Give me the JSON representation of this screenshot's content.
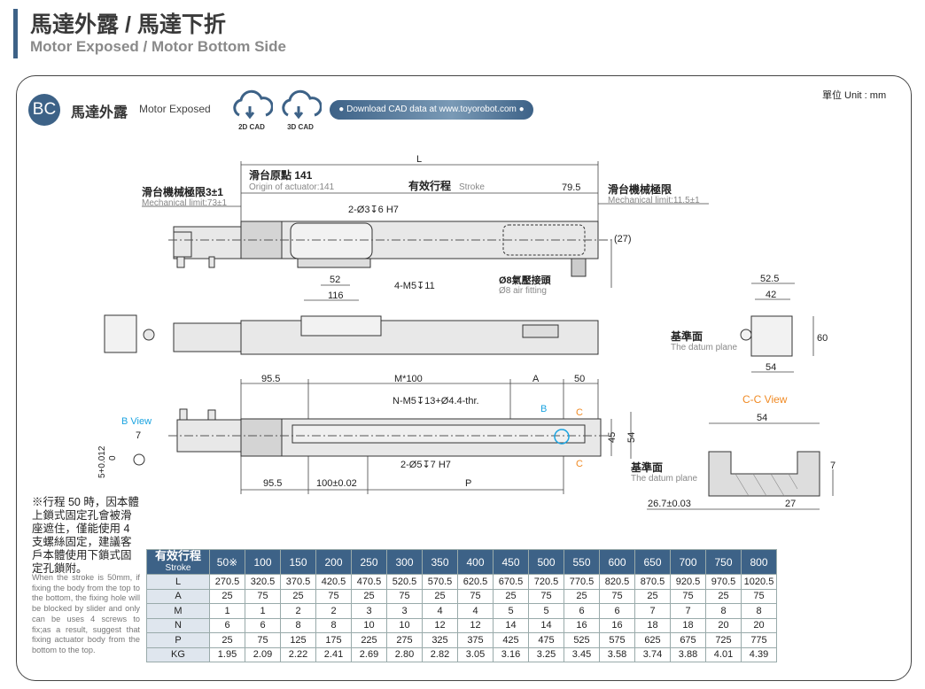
{
  "header": {
    "title": "馬達外露 / 馬達下折",
    "subtitle": "Motor Exposed / Motor Bottom Side"
  },
  "unit": "單位 Unit : mm",
  "section": {
    "badge": "BC",
    "title_zh": "馬達外露",
    "title_en": "Motor Exposed"
  },
  "cad": [
    {
      "label": "2D CAD",
      "icon": "cloud-download-icon"
    },
    {
      "label": "3D CAD",
      "icon": "cloud-download-icon"
    }
  ],
  "download": "Download CAD data at www.toyorobot.com",
  "drawing": {
    "L": "L",
    "origin_zh": "滑台原點 141",
    "origin_en": "Origin of actuator:141",
    "stroke_zh": "有效行程",
    "stroke_en": "Stroke",
    "d795": "79.5",
    "mech_left_zh": "滑台機械極限3±1",
    "mech_left_en": "Mechanical limit:73±1",
    "mech_right_zh": "滑台機械極限",
    "mech_right_en": "Mechanical limit:11.5±1",
    "pin": "2-Ø3↧6 H7",
    "d27": "(27)",
    "d52": "52",
    "d116": "116",
    "m5": "4-M5↧11",
    "air_zh": "Ø8氣壓接頭",
    "air_en": "Ø8 air fitting",
    "d525": "52.5",
    "d42": "42",
    "d60": "60",
    "d54a": "54",
    "datum_zh": "基準面",
    "datum_en": "The datum plane",
    "d955a": "95.5",
    "m100": "M*100",
    "dA": "A",
    "d50": "50",
    "nm5": "N-M5↧13+Ø4.4-thr.",
    "B": "B",
    "C": "C",
    "bview": "B View",
    "d7": "7",
    "tol": "5+0.012",
    "tol0": "0",
    "d45": "45",
    "d54b": "54",
    "pin5": "2-Ø5↧7 H7",
    "d955b": "95.5",
    "d100": "100±0.02",
    "P": "P",
    "ccview": "C-C View",
    "d54c": "54",
    "d7b": "7",
    "d267": "26.7±0.03",
    "d27b": "27"
  },
  "note": {
    "zh": "※行程 50 時，因本體上鎖式固定孔會被滑座遮住，僅能使用 4 支螺絲固定，建議客戶本體使用下鎖式固定孔鎖附。",
    "en": "When the stroke is 50mm, if fixing the body from the top to the bottom, the fixing hole will be blocked by slider and only can be uses 4 screws to fix;as a result, suggest that fixing actuator body from the bottom to the top."
  },
  "table": {
    "header_zh": "有效行程",
    "header_en": "Stroke",
    "strokes": [
      "50※",
      "100",
      "150",
      "200",
      "250",
      "300",
      "350",
      "400",
      "450",
      "500",
      "550",
      "600",
      "650",
      "700",
      "750",
      "800"
    ],
    "rows": [
      {
        "label": "L",
        "values": [
          "270.5",
          "320.5",
          "370.5",
          "420.5",
          "470.5",
          "520.5",
          "570.5",
          "620.5",
          "670.5",
          "720.5",
          "770.5",
          "820.5",
          "870.5",
          "920.5",
          "970.5",
          "1020.5"
        ]
      },
      {
        "label": "A",
        "values": [
          "25",
          "75",
          "25",
          "75",
          "25",
          "75",
          "25",
          "75",
          "25",
          "75",
          "25",
          "75",
          "25",
          "75",
          "25",
          "75"
        ]
      },
      {
        "label": "M",
        "values": [
          "1",
          "1",
          "2",
          "2",
          "3",
          "3",
          "4",
          "4",
          "5",
          "5",
          "6",
          "6",
          "7",
          "7",
          "8",
          "8"
        ]
      },
      {
        "label": "N",
        "values": [
          "6",
          "6",
          "8",
          "8",
          "10",
          "10",
          "12",
          "12",
          "14",
          "14",
          "16",
          "16",
          "18",
          "18",
          "20",
          "20"
        ]
      },
      {
        "label": "P",
        "values": [
          "25",
          "75",
          "125",
          "175",
          "225",
          "275",
          "325",
          "375",
          "425",
          "475",
          "525",
          "575",
          "625",
          "675",
          "725",
          "775"
        ]
      },
      {
        "label": "KG",
        "values": [
          "1.95",
          "2.09",
          "2.22",
          "2.41",
          "2.69",
          "2.80",
          "2.82",
          "3.05",
          "3.16",
          "3.25",
          "3.45",
          "3.58",
          "3.74",
          "3.88",
          "4.01",
          "4.39"
        ]
      }
    ]
  },
  "colors": {
    "accent": "#3d6287",
    "orange": "#f08a24",
    "cyan": "#1aa3e0"
  }
}
